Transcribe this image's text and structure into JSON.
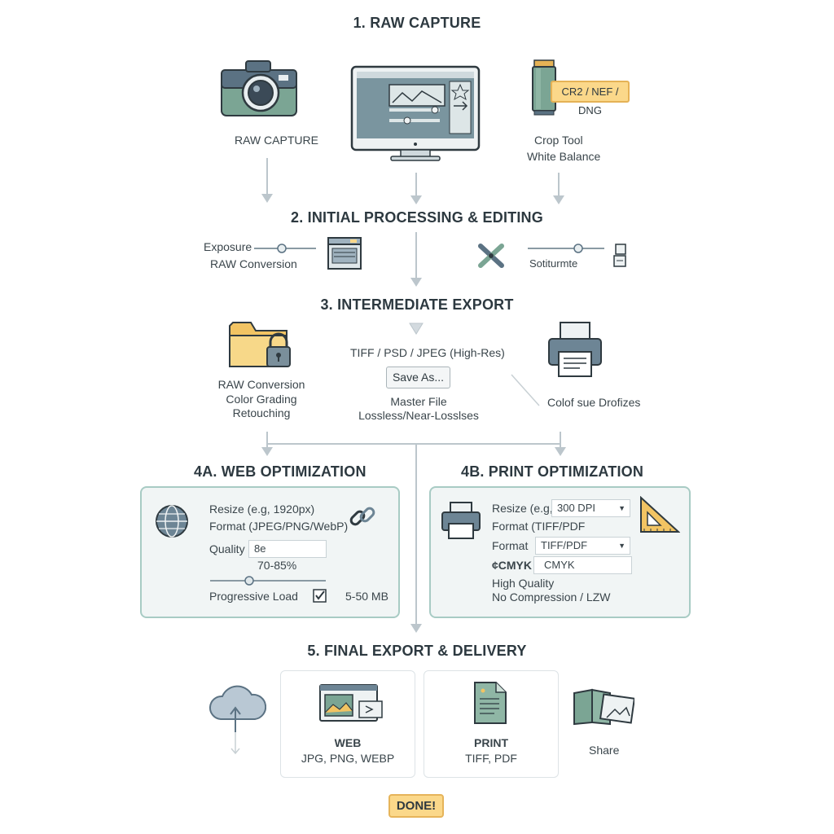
{
  "step1": {
    "title": "1. RAW CAPTURE",
    "camera_label": "RAW CAPTURE",
    "film_tag": "CR2 / NEF / DNG",
    "crop_tool": "Crop Tool",
    "white_balance": "White Balance",
    "icons": [
      "camera-icon",
      "monitor-editor-icon",
      "film-roll-icon"
    ]
  },
  "step2": {
    "title": "2. INITIAL PROCESSING & EDITING",
    "exposure": "Exposure",
    "raw_conversion": "RAW Conversion",
    "right_label": "Sotiturmte",
    "icons": [
      "slider-icon",
      "window-icon",
      "tools-icon",
      "document-icon"
    ]
  },
  "step3": {
    "title": "3. INTERMEDIATE EXPORT",
    "formats": "TIFF / PSD / JPEG (High-Res)",
    "save_as": "Save As...",
    "master_file": "Master File",
    "lossless": "Lossless/Near-Losslses",
    "left_lines": [
      "RAW Conversion",
      "Color Grading",
      "Retouching"
    ],
    "right_label": "Colof sue Drofizes",
    "icons": [
      "locked-folder-icon",
      "printer-icon"
    ]
  },
  "web": {
    "title": "4A. WEB OPTIMIZATION",
    "resize": "Resize (e.g, 1920px)",
    "format": "Format (JPEG/PNG/WebP)",
    "quality_label": "Quality",
    "quality_value": "8e",
    "quality_range": "70-85%",
    "progressive": "Progressive Load",
    "size_range": "5-50 MB",
    "progressive_checked": true,
    "icons": [
      "globe-icon",
      "link-icon",
      "checkbox-icon"
    ]
  },
  "print": {
    "title": "4B. PRINT OPTIMIZATION",
    "resize": "Resize (e.g,",
    "dpi": "300 DPI",
    "format1": "Format (TIFF/PDF",
    "format2_label": "Format",
    "format2_value": "TIFF/PDF",
    "cmyk_label": "¢CMYK",
    "cmyk_value": "CMYK",
    "quality": "High Quality",
    "compression": "No Compression / LZW",
    "icons": [
      "printer-icon",
      "triangle-ruler-icon"
    ]
  },
  "step5": {
    "title": "5. FINAL EXPORT & DELIVERY",
    "web_title": "WEB",
    "web_formats": "JPG, PNG, WEBP",
    "print_title": "PRINT",
    "print_formats": "TIFF, PDF",
    "share": "Share",
    "done": "DONE!",
    "icons": [
      "cloud-upload-icon",
      "browser-image-icon",
      "document-icon",
      "photo-share-icon"
    ]
  },
  "colors": {
    "accent_teal": "#a8cbc4",
    "accent_yellow": "#fbd88a",
    "slate": "#5b7283",
    "green": "#7ba594"
  }
}
